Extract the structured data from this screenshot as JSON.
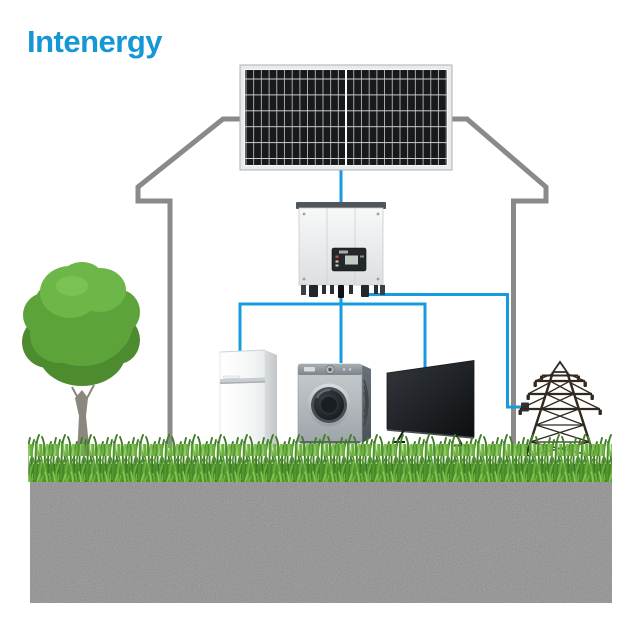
{
  "brand": {
    "name": "Intenergy"
  },
  "colors": {
    "brand": "#1697D5",
    "wire": "#169CDE",
    "house-line": "#8A8A8A",
    "panel-cell": "#17191B",
    "panel-grid": "#C9CDD0",
    "panel-frame": "#E9EAEB",
    "inverter-cap": "#4E565B",
    "ground": "#8E8E8E",
    "grass-dark": "#3F7E26",
    "grass-mid": "#549530",
    "grass-light": "#6CB23E",
    "grass-bright": "#84C855",
    "tree-dark": "#4C8C2E",
    "tree-mid": "#5CA43A",
    "tree-light": "#6DB748",
    "tower": "#33291F",
    "tv": "#15181A"
  },
  "components": {
    "solar_panel": "solar panel array",
    "inverter": "solar inverter",
    "refrigerator": "refrigerator",
    "washing_machine": "washing machine",
    "tv": "television",
    "power_tower": "power transmission tower",
    "tree": "tree",
    "house": "house outline",
    "grass": "grass",
    "ground": "ground cross-section",
    "wires": "power cables"
  }
}
